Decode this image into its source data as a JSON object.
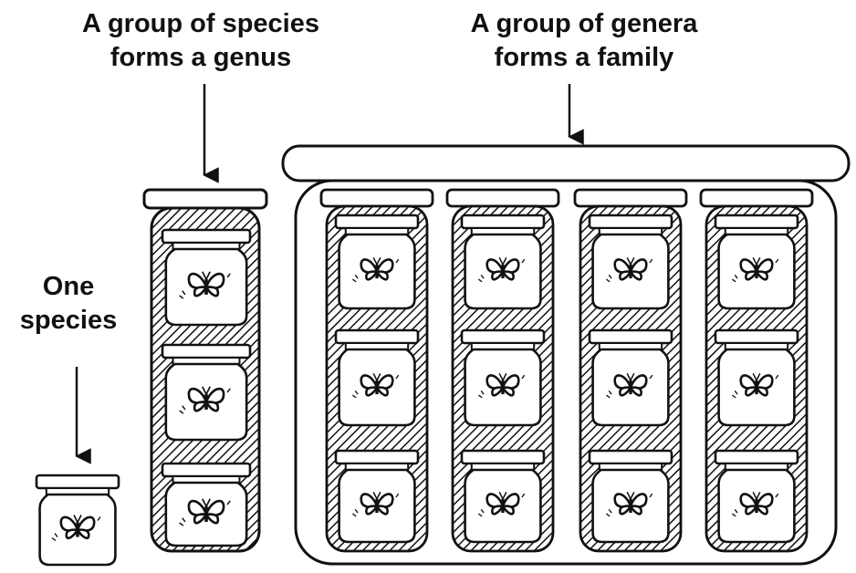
{
  "labels": {
    "species": {
      "line1": "One",
      "line2": "species"
    },
    "genus": {
      "line1": "A group of species",
      "line2": "forms a genus"
    },
    "family": {
      "line1": "A group of genera",
      "line2": "forms a family"
    }
  },
  "icons": {
    "jar": "jar-icon",
    "butterfly": "butterfly-icon",
    "arrow": "arrow-down-icon"
  },
  "colors": {
    "ink": "#111111",
    "paper": "#ffffff"
  },
  "structure": {
    "species_jars": 1,
    "genus_jars_per_genus": 3,
    "genera_in_family": 4
  }
}
